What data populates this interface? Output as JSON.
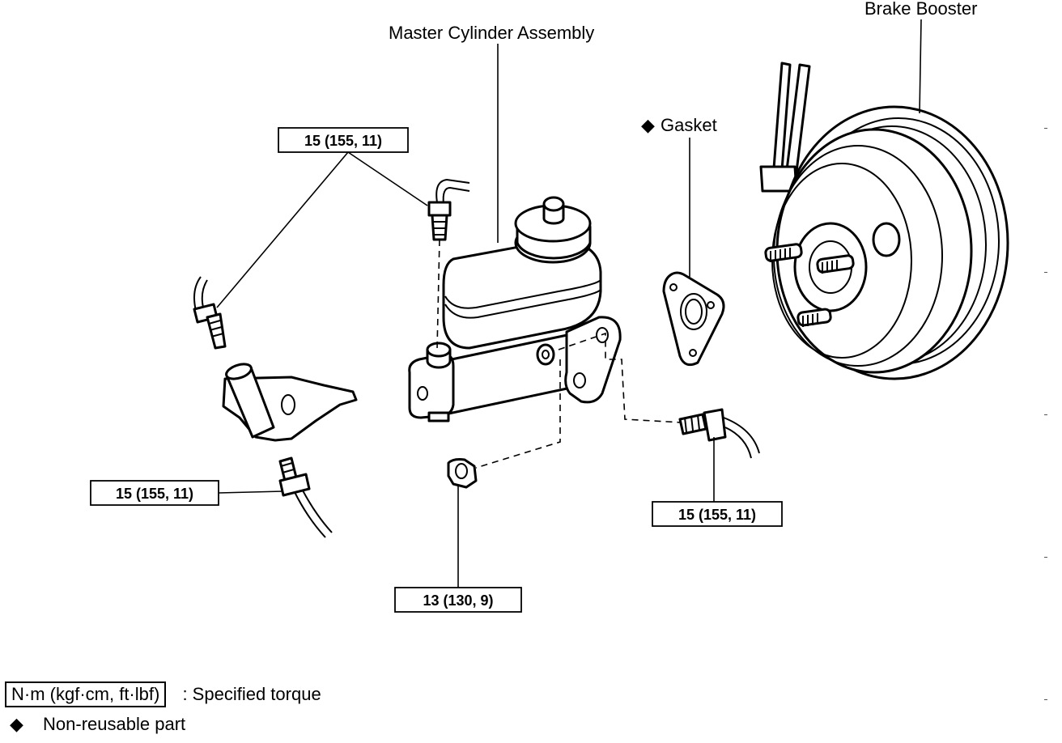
{
  "labels": {
    "brake_booster": "Brake Booster",
    "master_cylinder": "Master Cylinder Assembly",
    "gasket": "Gasket",
    "gasket_marker": "◆"
  },
  "torques": {
    "upper_left": "15 (155, 11)",
    "lower_left": "15 (155, 11)",
    "right": "15 (155, 11)",
    "bottom": "13 (130, 9)"
  },
  "legend": {
    "unit_box": "N·m (kgf·cm, ft·lbf)",
    "unit_desc": ":  Specified torque",
    "nonreusable_marker": "◆",
    "nonreusable_desc": "Non-reusable part"
  }
}
